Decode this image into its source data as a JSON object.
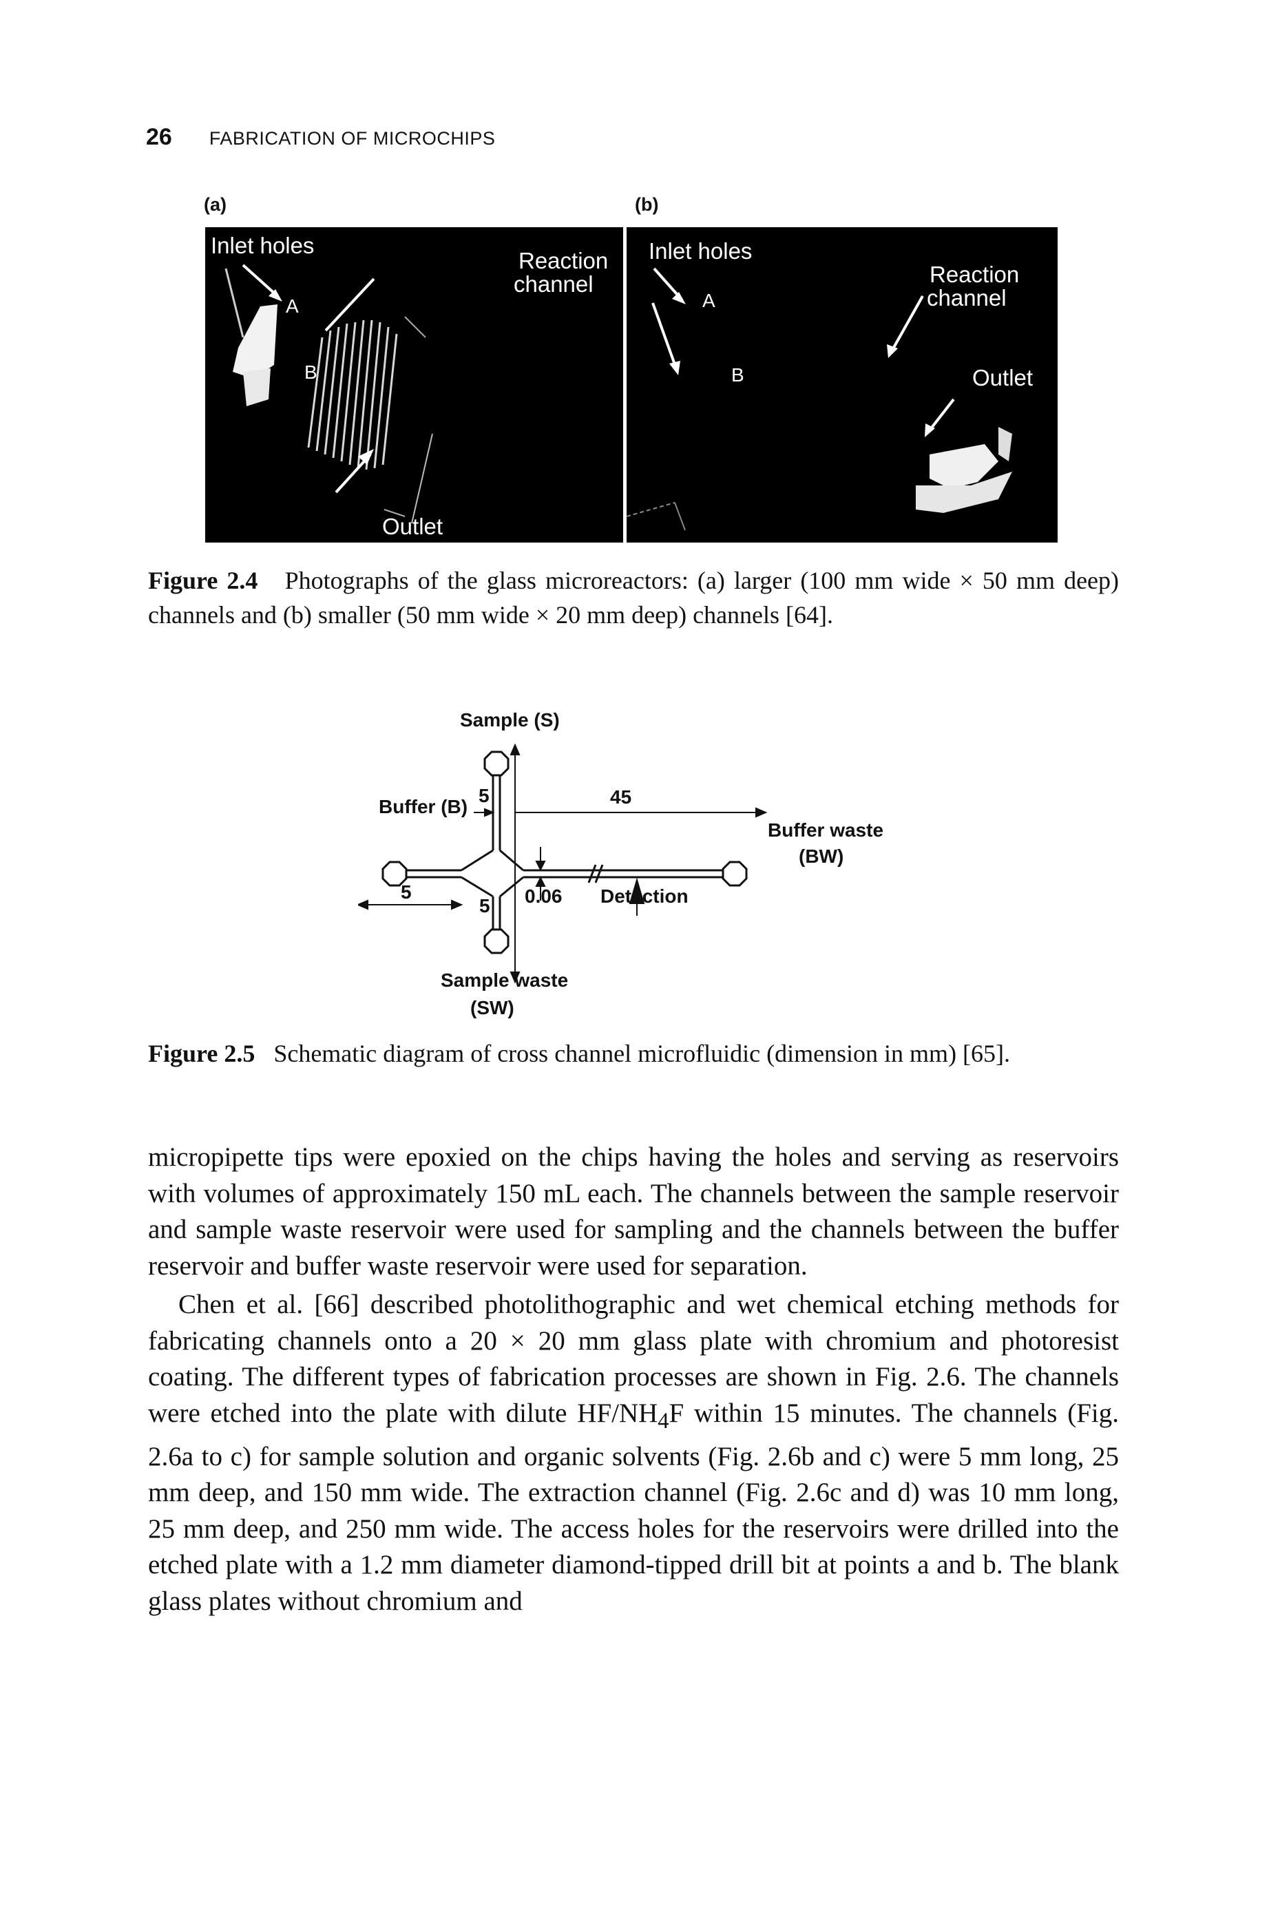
{
  "header": {
    "page_number": "26",
    "running_title": "FABRICATION OF MICROCHIPS"
  },
  "figure_2_4": {
    "panel_a": {
      "label": "(a)",
      "inlet_holes": "Inlet holes",
      "a": "A",
      "b": "B",
      "reaction": "Reaction",
      "channel": "channel",
      "outlet": "Outlet"
    },
    "panel_b": {
      "label": "(b)",
      "inlet_holes": "Inlet holes",
      "a": "A",
      "b": "B",
      "reaction": "Reaction",
      "channel": "channel",
      "outlet": "Outlet"
    },
    "caption_label": "Figure 2.4",
    "caption_text": "Photographs of the glass microreactors: (a) larger (100 mm wide × 50 mm deep) channels and (b) smaller (50 mm wide × 20 mm deep) channels [64]."
  },
  "figure_2_5": {
    "sample": "Sample (S)",
    "buffer": "Buffer (B)",
    "buffer_waste": "Buffer waste",
    "buffer_waste_abbr": "(BW)",
    "sample_waste": "Sample waste",
    "sample_waste_abbr": "(SW)",
    "detection": "Detection",
    "dim_5_top": "5",
    "dim_45": "45",
    "dim_5_left": "5",
    "dim_5_bottom": "5",
    "dim_006": "0.06",
    "caption_label": "Figure 2.5",
    "caption_text": "Schematic diagram of cross channel microfluidic (dimension in mm) [65]."
  },
  "body": {
    "paragraph_1": "micropipette tips were epoxied on the chips having the holes and serving as reservoirs with volumes of approximately 150 mL each. The channels between the sample reservoir and sample waste reservoir were used for sampling and the channels between the buffer reservoir and buffer waste reservoir were used for separation.",
    "paragraph_2_a": "Chen et al. [66] described photolithographic and wet chemical etching methods for fabricating channels onto a 20 × 20 mm glass plate with chromium and photoresist coating. The different types of fabrication processes are shown in Fig. 2.6. The channels were etched into the plate with dilute HF/NH",
    "paragraph_2_sub": "4",
    "paragraph_2_b": "F within 15 minutes. The channels (Fig. 2.6a to c) for sample solution and organic solvents (Fig. 2.6b and c) were 5 mm long, 25 mm deep, and 150 mm wide. The extraction channel (Fig. 2.6c and d) was 10 mm long, 25 mm deep, and 250 mm wide. The access holes for the reservoirs were drilled into the etched plate with a 1.2 mm diameter diamond-tipped drill bit at points a and b. The blank glass plates without chromium and"
  }
}
